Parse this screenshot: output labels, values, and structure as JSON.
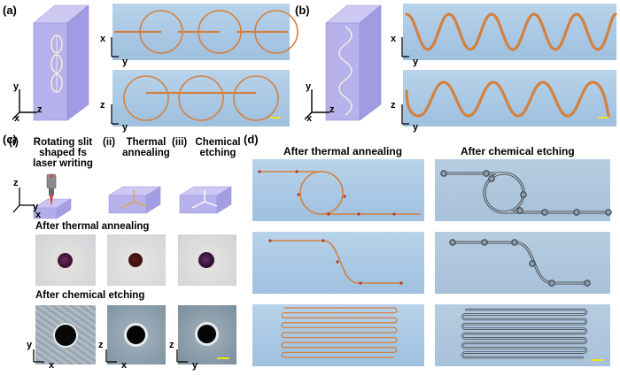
{
  "panels": {
    "a": "(a)",
    "b": "(b)",
    "c": "(c)",
    "d": "(d)"
  },
  "axes": {
    "x": "x",
    "y": "y",
    "z": "z"
  },
  "panel_c": {
    "steps": [
      {
        "index": "(i)",
        "title_lines": [
          "Rotating slit",
          "shaped fs",
          "laser writing"
        ]
      },
      {
        "index": "(ii)",
        "title_lines": [
          "Thermal",
          "annealing"
        ]
      },
      {
        "index": "(iii)",
        "title_lines": [
          "Chemical",
          "etching"
        ]
      }
    ],
    "row_label_annealing": "After thermal annealing",
    "row_label_etching": "After chemical etching"
  },
  "panel_d": {
    "col_annealing": "After thermal annealing",
    "col_etching": "After chemical etching"
  },
  "colors": {
    "micrograph_bg": "#a9c8e4",
    "waveguide_orange": "#d4803e",
    "etched_channel": "#3e4a56",
    "scale_bar": "#f0e41a",
    "block_purple": "#b7b2ec"
  }
}
